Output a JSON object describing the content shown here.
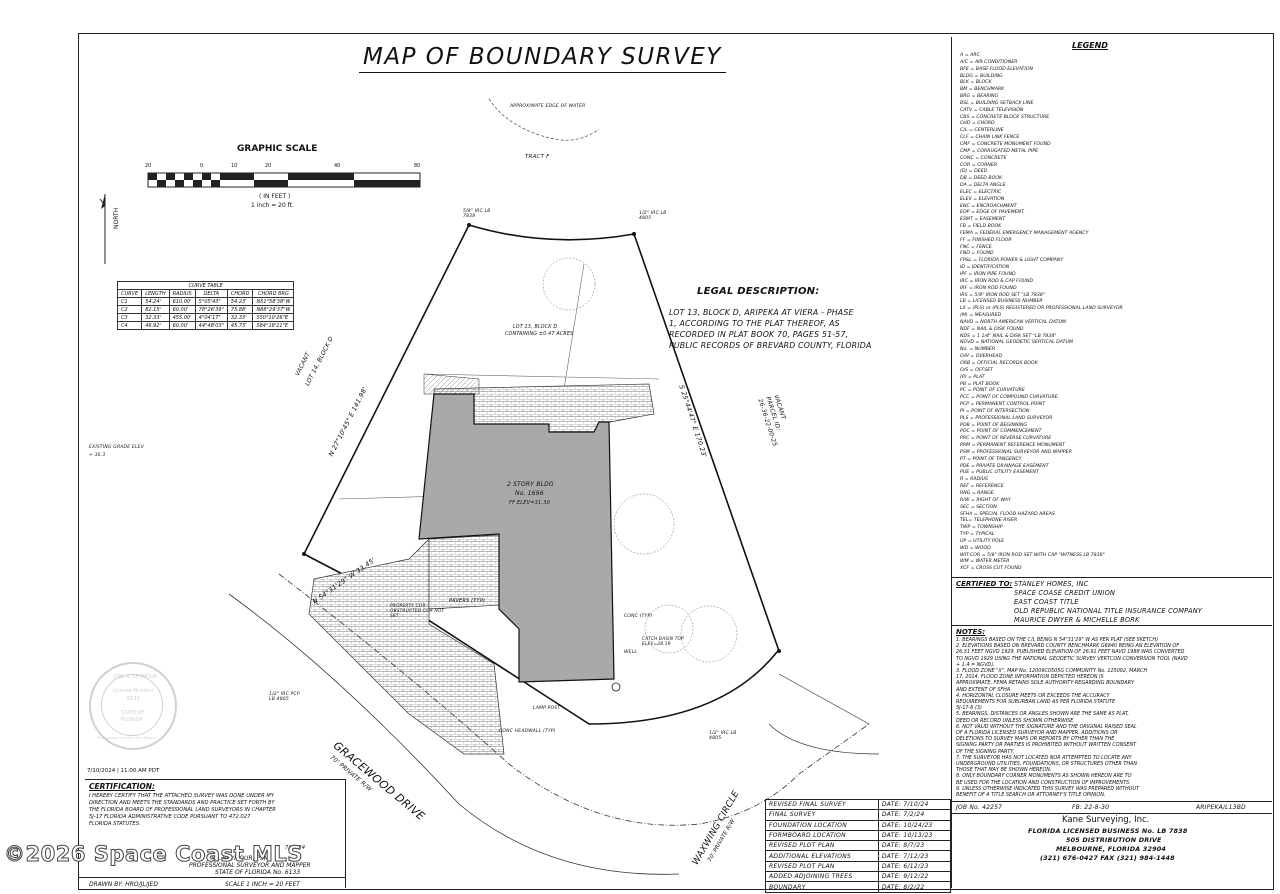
{
  "sheet": {
    "title": "MAP OF BOUNDARY SURVEY",
    "graphic_scale": {
      "label": "GRAPHIC SCALE",
      "ticks": [
        "20",
        "0",
        "10",
        "20",
        "40",
        "80"
      ],
      "units": "( IN FEET )",
      "ratio": "1 inch = 20  ft."
    },
    "north": "NORTH",
    "tract": "TRACT F",
    "water_edge": "APPROXIMATE EDGE OF WATER",
    "existing_grade": "EXISTING GRADE ELEV",
    "existing_grade_val": "+ 30.3"
  },
  "curve_table": {
    "title": "CURVE TABLE",
    "headers": [
      "CURVE",
      "LENGTH",
      "RADIUS",
      "DELTA",
      "CHORD",
      "CHORD BRG"
    ],
    "rows": [
      [
        "C1",
        "54.24'",
        "610.00'",
        "5°05'43\"",
        "54.23'",
        "N51°58'38\"W"
      ],
      [
        "C2",
        "82.15'",
        "60.00'",
        "78°26'39\"",
        "75.88'",
        "N88°29'37\"W"
      ],
      [
        "C3",
        "32.33'",
        "455.00'",
        "4°04'17\"",
        "32.33'",
        "S50°10'26\"E"
      ],
      [
        "C4",
        "46.92'",
        "60.00'",
        "44°48'03\"",
        "45.73'",
        "S84°18'21\"E"
      ]
    ]
  },
  "legal_description": {
    "heading": "LEGAL DESCRIPTION:",
    "lines": [
      "LOT 13, BLOCK D, ARIPEKA AT VIERA - PHASE",
      "1, ACCORDING TO THE PLAT THEREOF, AS",
      "RECORDED IN PLAT BOOK 70, PAGES 51-57,",
      "PUBLIC RECORDS OF BREVARD COUNTY, FLORIDA"
    ]
  },
  "lot": {
    "label": "LOT 13, BLOCK D",
    "area": "CONTAINING ±0.47 ACRES"
  },
  "building": {
    "label": "2 STORY BLDG",
    "number": "No. 1696",
    "ff": "FF ELEV=31.30"
  },
  "streets": {
    "gracewood": "GRACEWOOD DRIVE",
    "gracewood_sub": "70' PRIVATE R/W",
    "waxwing": "WAXWING CIRCLE",
    "waxwing_sub": "70' PRIVATE R/W"
  },
  "vacant_left": [
    "VACANT",
    "LOT 14, BLOCK D"
  ],
  "vacant_right": [
    "VACANT",
    "PARCEL ID:",
    "26-36-22-00-25"
  ],
  "bearings": {
    "west": "N 27°10'45\" E 141.98'",
    "east": "S 25°44'47\" E 170.23'",
    "south": "N 54°31'29\" W 33.45'"
  },
  "site_labels": {
    "pavers": "PAVERS (TYP)",
    "conc": "CONC (TYP)",
    "well": "WELL",
    "lamp": "LAMP POST",
    "headwall": "CONC HEADWALL (TYP)",
    "prop_cor": "PROPERTY COR OBSTRUCTED COR NOT SET",
    "catch_basin": "CATCH BASIN TOP ELEV=28.19",
    "ir1": "5/8\" IRC LB 7838",
    "ir2": "1/2\" IRC LB 4805",
    "ir3": "1/2\" IRC LB 4805",
    "pcp": "1/2\" IRC PCP LB 4805"
  },
  "legend": {
    "title": "LEGEND",
    "items": [
      "A = ARC",
      "A/C = AIR CONDITIONER",
      "BFE = BASE FLOOD ELEVATION",
      "BLDG = BUILDING",
      "BLK = BLOCK",
      "BM = BENCHMARK",
      "BRG = BEARING",
      "BSL = BUILDING SETBACK LINE",
      "CATV = CABLE TELEVISION",
      "CBS = CONCRETE BLOCK STRUCTURE",
      "CHD = CHORD",
      "C/L = CENTERLINE",
      "CLF = CHAIN LINK FENCE",
      "CMF = CONCRETE MONUMENT FOUND",
      "CMP = CORRUGATED METAL PIPE",
      "CONC = CONCRETE",
      "COR = CORNER",
      "(D) = DEED",
      "DB = DEED BOOK",
      "DA = DELTA ANGLE",
      "ELEC = ELECTRIC",
      "ELEV = ELEVATION",
      "ENC = ENCROACHMENT",
      "EOP = EDGE OF PAVEMENT",
      "ESMT = EASEMENT",
      "FB = FIELD BOOK",
      "FEMA = FEDERAL EMERGENCY MANAGEMENT AGENCY",
      "FF = FINISHED FLOOR",
      "FNC = FENCE",
      "FND = FOUND",
      "FP&L = FLORIDA POWER & LIGHT COMPANY",
      "ID = IDENTIFICATION",
      "IPF = IRON PIPE FOUND",
      "IRC = IRON ROD & CAP FOUND",
      "IRF = IRON ROD FOUND",
      "IRS = 5/8\" IRON ROD SET \"LB 7838\"",
      "LB = LICENSED BUSINESS NUMBER",
      "LS = (PLS) or (PLS) REGISTERED OR PROFESSIONAL LAND SURVEYOR",
      "(M) = MEASURED",
      "NAVD = NORTH AMERICAN VERTICAL DATUM",
      "NDF = NAIL & DISK FOUND",
      "NDS = 1 1/4\" NAIL & DISK SET \"LB 7838\"",
      "NGVD = NATIONAL GEODETIC VERTICAL DATUM",
      "No. = NUMBER",
      "O/H = OVERHEAD",
      "ORB = OFFICIAL RECORDS BOOK",
      "O/S = OFFSET",
      "(P) = PLAT",
      "PB = PLAT BOOK",
      "PC = POINT OF CURVATURE",
      "PCC = POINT OF COMPOUND CURVATURE",
      "PCP = PERMANENT CONTROL POINT",
      "PI = POINT OF INTERSECTION",
      "PLS = PROFESSIONAL LAND SURVEYOR",
      "POB = POINT OF BEGINNING",
      "POC = POINT OF COMMENCEMENT",
      "PRC = POINT OF REVERSE CURVATURE",
      "PRM = PERMANENT REFERENCE MONUMENT",
      "PSM = PROFESSIONAL SURVEYOR AND MAPPER",
      "PT = POINT OF TANGENCY",
      "PDE = PRIVATE DRAINAGE EASEMENT",
      "PUE = PUBLIC UTILITY EASEMENT",
      "R = RADIUS",
      "REF = REFERENCE",
      "RNG = RANGE",
      "R/W = RIGHT OF WAY",
      "SEC = SECTION",
      "SFHA = SPECIAL FLOOD HAZARD AREAS",
      "TEL= TELEPHONE RISER",
      "TWP = TOWNSHIP",
      "TYP = TYPICAL",
      "UP = UTILITY POLE",
      "WD = WOOD",
      "WIT-COR = 5/8\" IRON ROD SET WITH CAP \"WITNESS LB 7838\"",
      "WM = WATER METER",
      "XCF = CROSS CUT FOUND"
    ]
  },
  "certified_to": {
    "heading": "CERTIFIED TO:",
    "names": [
      "STANLEY HOMES, INC",
      "SPACE COASE CREDIT UNION",
      "EAST COAST TITLE",
      "OLD REPUBLIC NATIONAL TITLE INSURANCE COMPANY",
      "MAURICE DWYER & MICHELLE BORK"
    ]
  },
  "notes": {
    "heading": "NOTES:",
    "items": [
      "1. BEARINGS BASED ON THE C/L BEING N 54°31'29\" W AS PER PLAT (SEE SKETCH)",
      "2. ELEVATIONS BASED ON BREVARD COUNTY BENCHMARK G6840 BEING AN ELEVATION OF",
      "26.31 FEET NGVD 1929. PUBLISHED ELEVATION OF 26.91 FEET NAVD 1988 WAS CONVERTED",
      "TO NGVD 1929 USING THE NATIONAL GEODETIC SURVEY VERTCON CONVERSION TOOL (NAVD",
      "+ 1.4 = NGVD).",
      "3. FLOOD ZONE \"X\", MAP No. 12009C0505G COMMUNITY No. 125092, MARCH",
      "17, 2014. FLOOD ZONE INFORMATION DEPICTED HEREON IS",
      "APPROXIMATE, FEMA RETAINS SOLE AUTHORITY REGARDING BOUNDARY",
      "AND EXTENT OF SFHA",
      "4. HORIZONTAL CLOSURE MEETS OR EXCEEDS THE ACCURACY",
      "REQUIREMENTS FOR SUBURBAN LAND AS PER FLORIDA STATUTE",
      "5J-17-6 (3)",
      "5. BEARINGS, DISTANCES OR ANGLES SHOWN ARE THE SAME AS PLAT,",
      "DEED OR RECORD UNLESS SHOWN OTHERWISE.",
      "6. NOT VALID WITHOUT THE SIGNATURE AND THE ORIGINAL RAISED SEAL",
      "OF A FLORIDA LICENSED SURVEYOR AND MAPPER. ADDITIONS OR",
      "DELETIONS TO SURVEY MAPS OR REPORTS BY OTHER THAN THE",
      "SIGNING PARTY OR PARTIES IS PROHIBITED WITHOUT WRITTEN CONSENT",
      "OF THE SIGNING PARTY.",
      "7. THE SURVEYOR HAS NOT LOCATED NOR ATTEMPTED TO LOCATE ANY",
      "UNDERGROUND UTILITIES, FOUNDATIONS, OR STRUCTURES OTHER THAN",
      "THOSE THAT MAY BE SHOWN HEREON.",
      "8. ONLY BOUNDARY CORNER MONUMENTS AS SHOWN HEREON ARE TO",
      "BE USED FOR THE LOCATION AND CONSTRUCTION OF IMPROVEMENTS.",
      "9. UNLESS OTHERWISE INDICATED THIS SURVEY WAS PREPARED WITHOUT",
      "BENEFIT OF A TITLE SEARCH OR ATTORNEY'S TITLE OPINION."
    ]
  },
  "revisions": [
    [
      "REVISED FINAL SURVEY",
      "DATE: 7/10/24"
    ],
    [
      "FINAL SURVEY",
      "DATE: 7/2/24"
    ],
    [
      "FOUNDATION LOCATION",
      "DATE: 10/24/23"
    ],
    [
      "FORMBOARD LOCATION",
      "DATE: 10/13/23"
    ],
    [
      "REVISED PLOT PLAN",
      "DATE: 8/7/23"
    ],
    [
      "ADDITIONAL ELEVATIONS",
      "DATE: 7/12/23"
    ],
    [
      "REVISED PLOT PLAN",
      "DATE: 6/12/23"
    ],
    [
      "ADDED ADJOINING TREES",
      "DATE: 9/12/22"
    ],
    [
      "BOUNDARY",
      "DATE: 8/2/22"
    ]
  ],
  "job": {
    "job_no": "JOB No. 42257",
    "fb": "FB: 22-8-30",
    "ref": "ARIPEKA/L13BD"
  },
  "company": {
    "name": "Kane Surveying, Inc.",
    "lines": [
      "FLORIDA LICENSED BUSINESS No. LB 7838",
      "505 DISTRIBUTION DRIVE",
      "MELBOURNE, FLORIDA 32904",
      "(321) 676-0427 FAX (321) 984-1448"
    ]
  },
  "certification": {
    "stamp": "7/10/2024 | 11:00 AM PDT",
    "heading": "CERTIFICATION:",
    "lines": [
      "I HEREBY CERTIFY THAT THE ATTACHED SURVEY WAS DONE UNDER MY",
      "DIRECTION AND MEETS THE STANDARDS AND PRACTICE SET FORTH BY",
      "THE FLORIDA BOARD OF PROFESSIONAL LAND SURVEYORS IN CHAPTER",
      "5J-17 FLORIDA ADMINISTRATIVE CODE PURSUANT TO 472.027",
      "FLORIDA STATUTES."
    ],
    "sign_date": "7/10/24",
    "surveyor": "JOEL BEYMOUR, PSM",
    "role": "PROFESSIONAL SURVEYOR AND MAPPER",
    "state": "STATE OF FLORIDA No. 6133",
    "drawn_by": "DRAWN BY: HRO/JL/JED",
    "scale": "SCALE 1 INCH = 20 FEET",
    "seal_text": [
      "JOEL A. SEYMOUR",
      "License Number",
      "6133",
      "STATE OF",
      "FLORIDA",
      "Professional Surveyor and Mapper"
    ]
  },
  "watermark": "©2026 Space Coast MLS"
}
